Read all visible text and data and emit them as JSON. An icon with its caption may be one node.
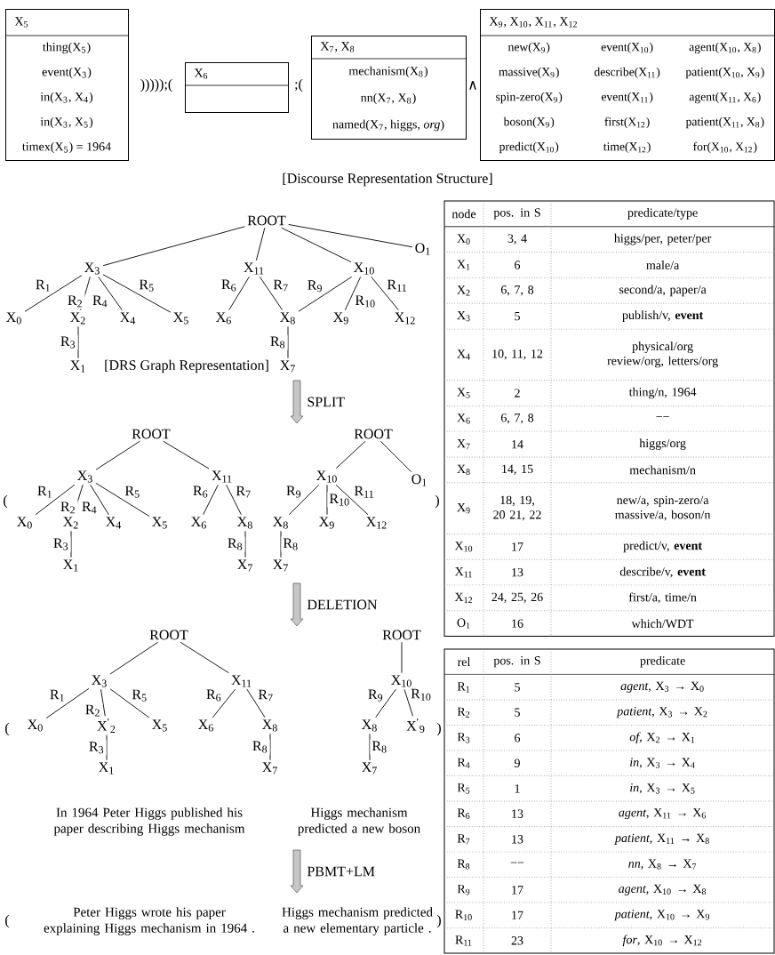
{
  "diagram": {
    "nodes": [
      {
        "text": [
          "X$_{5}$",
          "thing(X$_{5}$)",
          "event(X$_{3}$)",
          "in(X$_{3}$, X$_{4}$)",
          "in(X$_{3}$, X$_{5}$)",
          "timex(X$_{5}$) = 1964"
        ]
      },
      {
        "text": [
          "X$_{6}$"
        ]
      },
      {
        "text": [
          "X$_{7}$, X$_{8}$",
          "mechanism(X$_{8}$)",
          "nn(X$_{7}$, X$_{8}$)",
          "named(X$_{7}$, higgs, *org*)"
        ]
      },
      {
        "text": [
          "X$_{9}$, X$_{10}$, X$_{11}$, X$_{12}$",
          "new(X$_{9}$)",
          "event(X$_{10}$)",
          "agent(X$_{10}$, X$_{8}$)",
          "massive(X$_{9}$)",
          "describe(X$_{11}$)",
          "patient(X$_{10}$, X$_{9}$)",
          "spin-zero(X$_{9}$)",
          "event(X$_{11}$)",
          "agent(X$_{11}$, X$_{6}$)",
          "boson(X$_{9}$)",
          "first(X$_{12}$)",
          "patient(X$_{11}$, X$_{8}$)",
          "predict(X$_{10}$)",
          "time(X$_{12}$)",
          "for(X$_{10}$, X$_{12}$)"
        ]
      },
      {
        "text": [
          "ROOT"
        ]
      },
      {
        "text": [
          "X$_{3}$"
        ]
      },
      {
        "text": [
          "X$_{11}$"
        ]
      },
      {
        "text": [
          "X$_{10}$"
        ]
      },
      {
        "text": [
          "O$_{1}$"
        ]
      },
      {
        "text": [
          "X$_{0}$"
        ]
      },
      {
        "text": [
          "X$_{2}$"
        ]
      },
      {
        "text": [
          "X$_{4}$"
        ]
      },
      {
        "text": [
          "X$_{5}$"
        ]
      },
      {
        "text": [
          "X$_{6}$"
        ]
      },
      {
        "text": [
          "X$_{8}$"
        ]
      },
      {
        "text": [
          "X$_{9}$"
        ]
      },
      {
        "text": [
          "X$_{12}$"
        ]
      },
      {
        "text": [
          "X$_{1}$"
        ]
      },
      {
        "text": [
          "X$_{7}$"
        ]
      },
      {
        "text": [
          "ROOT"
        ]
      },
      {
        "text": [
          "ROOT"
        ]
      },
      {
        "text": [
          "X$_{3}$"
        ]
      },
      {
        "text": [
          "X$_{11}$"
        ]
      },
      {
        "text": [
          "X$_{10}$"
        ]
      },
      {
        "text": [
          "O$_{1}$"
        ]
      },
      {
        "text": [
          "X$_{0}$"
        ]
      },
      {
        "text": [
          "X$_{2}$"
        ]
      },
      {
        "text": [
          "X$_{4}$"
        ]
      },
      {
        "text": [
          "X$_{5}$"
        ]
      },
      {
        "text": [
          "X$_{6}$"
        ]
      },
      {
        "text": [
          "X$_{8}$"
        ]
      },
      {
        "text": [
          "X$_{8}$"
        ]
      },
      {
        "text": [
          "X$_{9}$"
        ]
      },
      {
        "text": [
          "X$_{12}$"
        ]
      },
      {
        "text": [
          "X$_{1}$"
        ]
      },
      {
        "text": [
          "X$_{7}$"
        ]
      },
      {
        "text": [
          "X$_{7}$"
        ]
      },
      {
        "text": [
          "ROOT"
        ]
      },
      {
        "text": [
          "ROOT"
        ]
      },
      {
        "text": [
          "X$_{3}$"
        ]
      },
      {
        "text": [
          "X$_{11}$"
        ]
      },
      {
        "text": [
          "X$_{10}$"
        ]
      },
      {
        "text": [
          "X$_{0}$"
        ]
      },
      {
        "text": [
          "X$^{'}$$_{2}$"
        ]
      },
      {
        "text": [
          "X$_{5}$"
        ]
      },
      {
        "text": [
          "X$_{6}$"
        ]
      },
      {
        "text": [
          "X$_{8}$"
        ]
      },
      {
        "text": [
          "X$_{8}$"
        ]
      },
      {
        "text": [
          "X$^{'}$$_{9}$"
        ]
      },
      {
        "text": [
          "X$_{1}$"
        ]
      },
      {
        "text": [
          "X$_{7}$"
        ]
      },
      {
        "text": [
          "X$_{7}$"
        ]
      }
    ],
    "edges": [
      {
        "from": 4,
        "to": 5,
        "arrow": "none"
      },
      {
        "from": 4,
        "to": 6,
        "arrow": "none"
      },
      {
        "from": 4,
        "to": 7,
        "arrow": "none"
      },
      {
        "from": 4,
        "to": 8,
        "arrow": "none"
      },
      {
        "from": 5,
        "to": 9,
        "arrow": "none",
        "label": "R$_{1}$"
      },
      {
        "from": 5,
        "to": 10,
        "arrow": "none",
        "label": "R$_{2}$"
      },
      {
        "from": 5,
        "to": 11,
        "arrow": "none",
        "label": "R$_{4}$"
      },
      {
        "from": 5,
        "to": 12,
        "arrow": "none",
        "label": "R$_{5}$"
      },
      {
        "from": 10,
        "to": 17,
        "arrow": "none",
        "label": "R$_{3}$"
      },
      {
        "from": 6,
        "to": 13,
        "arrow": "none",
        "label": "R$_{6}$"
      },
      {
        "from": 6,
        "to": 14,
        "arrow": "none",
        "label": "R$_{7}$"
      },
      {
        "from": 14,
        "to": 18,
        "arrow": "none",
        "label": "R$_{8}$"
      },
      {
        "from": 7,
        "to": 14,
        "arrow": "none",
        "label": "R$_{9}$"
      },
      {
        "from": 7,
        "to": 15,
        "arrow": "none",
        "label": "R$_{10}$"
      },
      {
        "from": 7,
        "to": 16,
        "arrow": "none",
        "label": "R$_{11}$"
      },
      {
        "from": 19,
        "to": 21,
        "arrow": "none"
      },
      {
        "from": 19,
        "to": 22,
        "arrow": "none"
      },
      {
        "from": 20,
        "to": 23,
        "arrow": "none"
      },
      {
        "from": 20,
        "to": 24,
        "arrow": "none"
      },
      {
        "from": 21,
        "to": 25,
        "arrow": "none",
        "label": "R$_{1}$"
      },
      {
        "from": 21,
        "to": 26,
        "arrow": "none",
        "label": "R$_{2}$"
      },
      {
        "from": 21,
        "to": 27,
        "arrow": "none",
        "label": "R$_{4}$"
      },
      {
        "from": 21,
        "to": 28,
        "arrow": "none",
        "label": "R$_{5}$"
      },
      {
        "from": 26,
        "to": 34,
        "arrow": "none",
        "label": "R$_{3}$"
      },
      {
        "from": 22,
        "to": 29,
        "arrow": "none",
        "label": "R$_{6}$"
      },
      {
        "from": 22,
        "to": 30,
        "arrow": "none",
        "label": "R$_{7}$"
      },
      {
        "from": 30,
        "to": 35,
        "arrow": "none",
        "label": "R$_{8}$"
      },
      {
        "from": 23,
        "to": 31,
        "arrow": "none",
        "label": "R$_{9}$"
      },
      {
        "from": 23,
        "to": 32,
        "arrow": "none",
        "label": "R$_{10}$"
      },
      {
        "from": 23,
        "to": 33,
        "arrow": "none",
        "label": "R$_{11}$"
      },
      {
        "from": 31,
        "to": 36,
        "arrow": "none",
        "label": "R$_{8}$"
      },
      {
        "from": 37,
        "to": 39,
        "arrow": "none"
      },
      {
        "from": 37,
        "to": 40,
        "arrow": "none"
      },
      {
        "from": 38,
        "to": 41,
        "arrow": "none"
      },
      {
        "from": 39,
        "to": 42,
        "arrow": "none",
        "label": "R$_{1}$"
      },
      {
        "from": 39,
        "to": 43,
        "arrow": "none",
        "label": "R$_{2}$"
      },
      {
        "from": 39,
        "to": 44,
        "arrow": "none",
        "label": "R$_{5}$"
      },
      {
        "from": 43,
        "to": 49,
        "arrow": "none",
        "label": "R$_{3}$"
      },
      {
        "from": 40,
        "to": 45,
        "arrow": "none",
        "label": "R$_{6}$"
      },
      {
        "from": 40,
        "to": 46,
        "arrow": "none",
        "label": "R$_{7}$"
      },
      {
        "from": 46,
        "to": 50,
        "arrow": "none",
        "label": "R$_{8}$"
      },
      {
        "from": 41,
        "to": 47,
        "arrow": "none",
        "label": "R$_{9}$"
      },
      {
        "from": 41,
        "to": 48,
        "arrow": "none",
        "label": "R$_{10}$"
      },
      {
        "from": 47,
        "to": 51,
        "arrow": "none",
        "label": "R$_{8}$"
      }
    ],
    "labels": [
      ")))));(",
      ";(",
      "∧",
      "[Discourse Representation Structure]",
      "[DRS Graph Representation]",
      "SPLIT",
      "(",
      ")",
      "DELETION",
      "(",
      ")",
      "In 1964 Peter Higgs published his paper describing Higgs mechanism",
      "Higgs mechanism predicted a new boson",
      "PBMT+LM",
      "(",
      "Peter Higgs wrote his paper explaining Higgs mechanism in 1964 .",
      "Higgs mechanism predicted a new elementary particle .",
      ")",
      "node",
      "pos. in S",
      "predicate/type",
      "X$_{0}$",
      "3, 4",
      "higgs/per, peter/per",
      "X$_{1}$",
      "6",
      "male/a",
      "X$_{2}$",
      "6, 7, 8",
      "second/a, paper/a",
      "X$_{3}$",
      "5",
      "publish/v, **event**",
      "X$_{4}$",
      "10, 11, 12",
      "physical/org review/org, letters/org",
      "X$_{5}$",
      "2",
      "thing/n, 1964",
      "X$_{6}$",
      "6, 7, 8",
      "−−",
      "X$_{7}$",
      "14",
      "higgs/org",
      "X$_{8}$",
      "14, 15",
      "mechanism/n",
      "X$_{9}$",
      "18, 19, 20 21, 22",
      "new/a, spin-zero/a massive/a, boson/n",
      "X$_{10}$",
      "17",
      "predict/v, **event**",
      "X$_{11}$",
      "13",
      "describe/v, **event**",
      "X$_{12}$",
      "24, 25, 26",
      "first/a, time/n",
      "O$_{1}$",
      "16",
      "which/WDT",
      "rel",
      "pos. in S",
      "predicate",
      "R$_{1}$",
      "5",
      "*agent*, X$_{3}$ → X$_{0}$",
      "R$_{2}$",
      "5",
      "*patient*, X$_{3}$ → X$_{2}$",
      "R$_{3}$",
      "6",
      "*of*, X$_{2}$ → X$_{1}$",
      "R$_{4}$",
      "9",
      "*in*, X$_{3}$ → X$_{4}$",
      "R$_{5}$",
      "1",
      "*in*, X$_{3}$ → X$_{5}$",
      "R$_{6}$",
      "13",
      "*agent*, X$_{11}$ → X$_{6}$",
      "R$_{7}$",
      "13",
      "*patient*, X$_{11}$ → X$_{8}$",
      "R$_{8}$",
      "−−",
      "*nn*, X$_{8}$ → X$_{7}$",
      "R$_{9}$",
      "17",
      "*agent*, X$_{10}$ → X$_{8}$",
      "R$_{10}$",
      "17",
      "*patient*, X$_{10}$ → X$_{9}$",
      "R$_{11}$",
      "23",
      "*for*, X$_{10}$ → X$_{12}$"
    ]
  }
}
